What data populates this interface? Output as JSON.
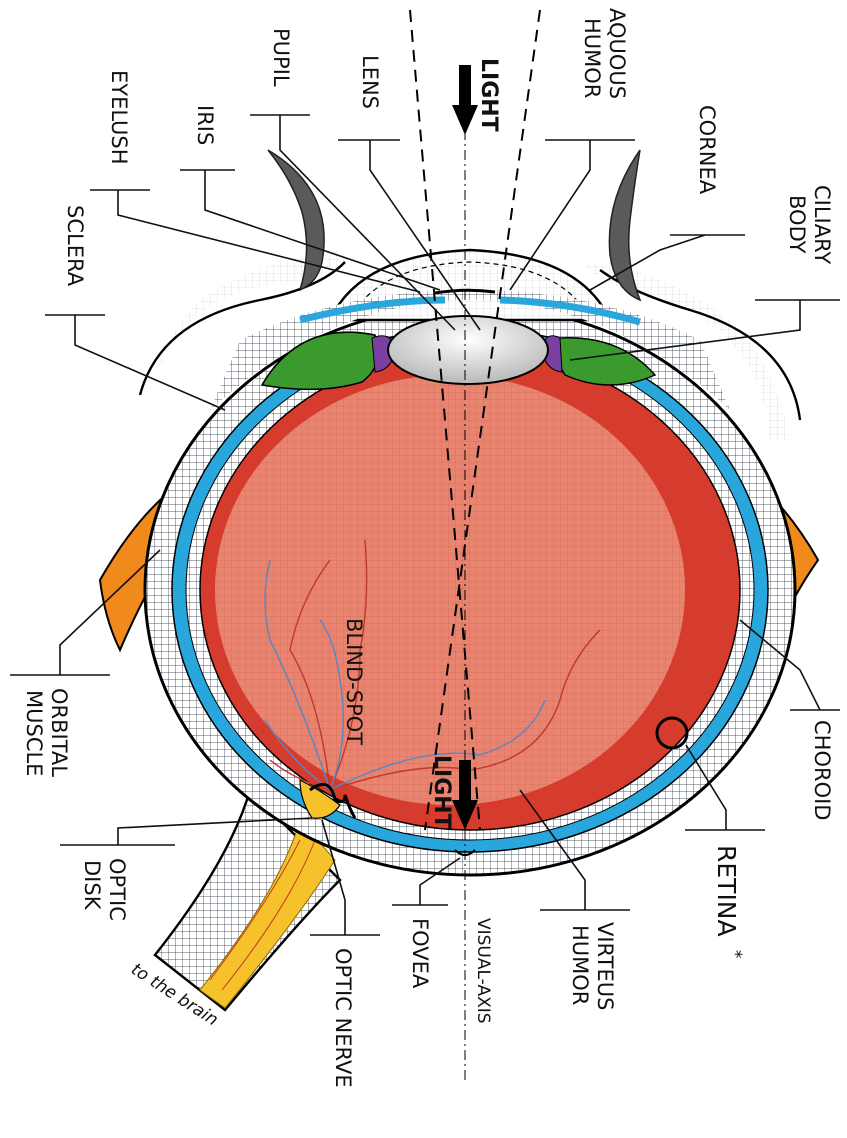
{
  "labels": {
    "light_top": "LIGHT",
    "light_bottom": "LIGHT",
    "pupil": "PUPIL",
    "lens": "LENS",
    "aquous_humor": [
      "AQUOUS",
      "HUMOR"
    ],
    "eyelush": "EYELUSH",
    "iris": "IRIS",
    "cornea": "CORNEA",
    "ciliary_body": [
      "CILIARY",
      "BODY"
    ],
    "sclera": "SCLERA",
    "orbital_muscle": [
      "ORBITAL",
      "MUSCLE"
    ],
    "blind_spot": "BLIND-SPOT",
    "choroid": "CHOROID",
    "optic_disk": [
      "OPTIC",
      "DISK"
    ],
    "optic_nerve": "OPTIC NERVE",
    "fovea": "FOVEA",
    "visual_axis": "VISUAL-AXIS",
    "virteus_humor": [
      "VIRTEUS",
      "HUMOR"
    ],
    "retina": "RETINA",
    "retina_mark": "*",
    "to_the_brain": "to the brain"
  },
  "colors": {
    "sclera_fill": "#e9f0f2",
    "choroid": "#29a6dc",
    "retina_outer": "#d63c2e",
    "vitreous": "#e8846f",
    "lens": "#e6e6e6",
    "iris": "#7a3fa0",
    "ciliary": "#3b9a2e",
    "eyelash": "#5a5a5a",
    "muscle": "#f08a1c",
    "optic_nerve": "#f5c22c",
    "vein_blue": "#5b86c4",
    "vein_red": "#c0382b"
  }
}
